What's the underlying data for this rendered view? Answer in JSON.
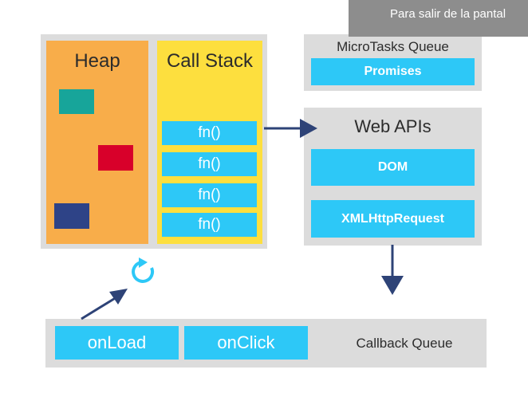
{
  "overlay": {
    "fullscreen_hint": "Para salir de la pantal"
  },
  "heap": {
    "title": "Heap",
    "colors": [
      "#17a59a",
      "#d8002a",
      "#2e4387"
    ]
  },
  "call_stack": {
    "title": "Call Stack",
    "frames": [
      "fn()",
      "fn()",
      "fn()",
      "fn()"
    ]
  },
  "microtasks": {
    "title": "MicroTasks Queue",
    "items": [
      "Promises"
    ]
  },
  "web_apis": {
    "title": "Web APIs",
    "items": [
      "DOM",
      "XMLHttpRequest"
    ]
  },
  "callback_queue": {
    "title": "Callback Queue",
    "items": [
      "onLoad",
      "onClick"
    ]
  },
  "colors": {
    "panel": "#dcdcdc",
    "heap": "#f8ad4a",
    "stack": "#fddf3e",
    "accent": "#2dc8f7",
    "arrow": "#2e4377",
    "text": "#2c2c2c"
  },
  "icons": {
    "event_loop": "refresh-icon",
    "arrows": "arrow-icon"
  }
}
